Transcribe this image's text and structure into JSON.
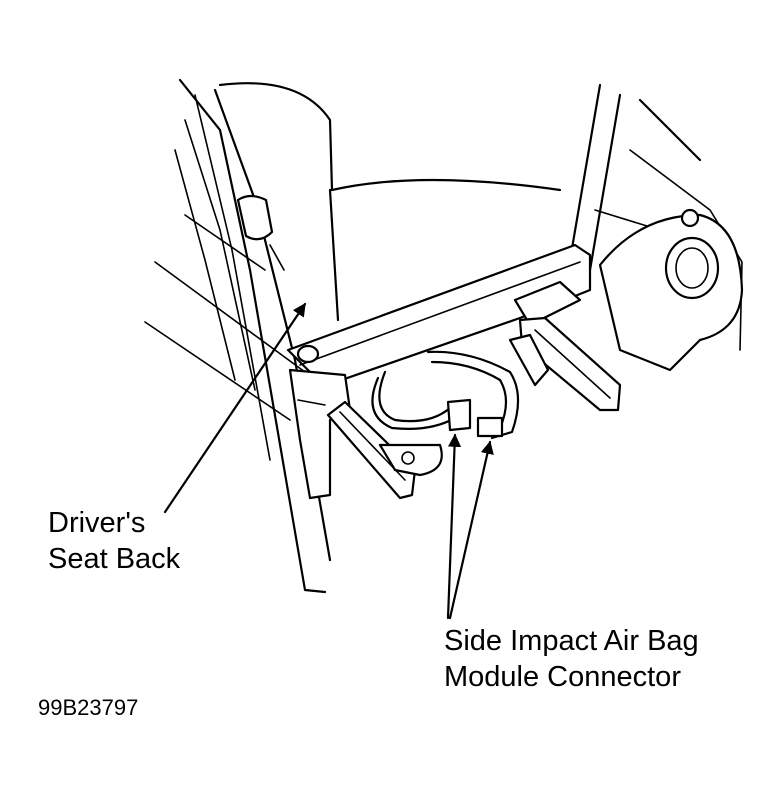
{
  "labels": {
    "seat_back": [
      "Driver's",
      "Seat Back"
    ],
    "connector": [
      "Side Impact Air Bag",
      "Module Connector"
    ]
  },
  "figure_code": "99B23797",
  "colors": {
    "line": "#000000",
    "background": "#ffffff"
  }
}
